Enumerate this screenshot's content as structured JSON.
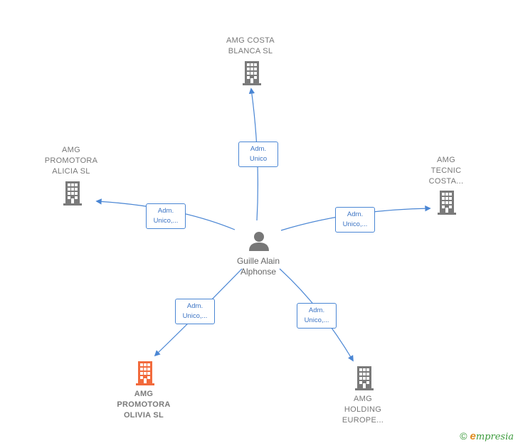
{
  "center": {
    "label": "Guille Alain\nAlphonse",
    "icon": "person-icon"
  },
  "nodes": [
    {
      "id": "costa-blanca",
      "label": "AMG COSTA\nBLANCA  SL",
      "highlight": false,
      "icon": "building-icon"
    },
    {
      "id": "promotora-alicia",
      "label": "AMG\nPROMOTORA\nALICIA  SL",
      "highlight": false,
      "icon": "building-icon"
    },
    {
      "id": "tecnic-costa",
      "label": "AMG\nTECNIC\nCOSTA...",
      "highlight": false,
      "icon": "building-icon"
    },
    {
      "id": "promotora-olivia",
      "label": "AMG\nPROMOTORA\nOLIVIA  SL",
      "highlight": true,
      "icon": "building-icon"
    },
    {
      "id": "holding-europe",
      "label": "AMG\nHOLDING\nEUROPE...",
      "highlight": false,
      "icon": "building-icon"
    }
  ],
  "edges": [
    {
      "to": "costa-blanca",
      "label": "Adm.\nUnico"
    },
    {
      "to": "promotora-alicia",
      "label": "Adm.\nUnico,..."
    },
    {
      "to": "tecnic-costa",
      "label": "Adm.\nUnico,..."
    },
    {
      "to": "promotora-olivia",
      "label": "Adm.\nUnico,..."
    },
    {
      "to": "holding-europe",
      "label": "Adm.\nUnico,..."
    }
  ],
  "colors": {
    "edge": "#4a86d4",
    "building": "#7a7a7a",
    "building_highlight": "#f26a3c",
    "person": "#777777"
  },
  "brand": {
    "copyright": "©",
    "e": "e",
    "rest": "mpresia"
  }
}
